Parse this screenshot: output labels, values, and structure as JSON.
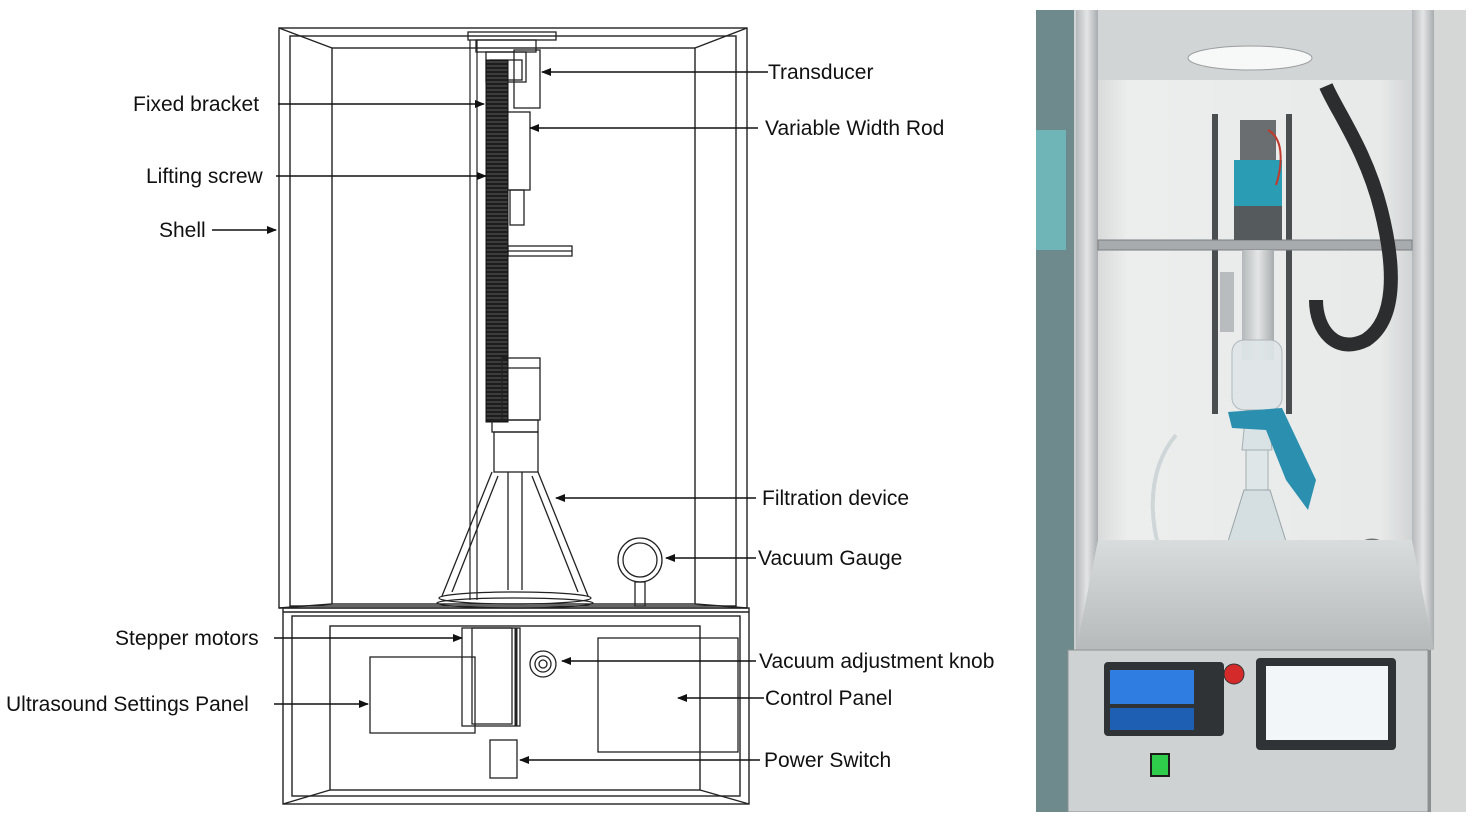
{
  "labels": {
    "fixed_bracket": "Fixed bracket",
    "lifting_screw": "Lifting screw",
    "shell": "Shell",
    "stepper_motors": "Stepper motors",
    "ultrasound_panel": "Ultrasound Settings Panel",
    "transducer": "Transducer",
    "variable_width_rod": "Variable Width Rod",
    "filtration_device": "Filtration device",
    "vacuum_gauge": "Vacuum Gauge",
    "vacuum_knob": "Vacuum adjustment knob",
    "control_panel": "Control Panel",
    "power_switch": "Power Switch"
  },
  "colors": {
    "line": "#222222",
    "photo_wall": "#e9ebea",
    "photo_frame": "#b9bcbd",
    "transducer_body": "#2a9db5",
    "clamp": "#2b8fb0",
    "lcd": "#2f7de0",
    "switch_green": "#2ecc4a",
    "knob_red": "#d42a2a"
  }
}
